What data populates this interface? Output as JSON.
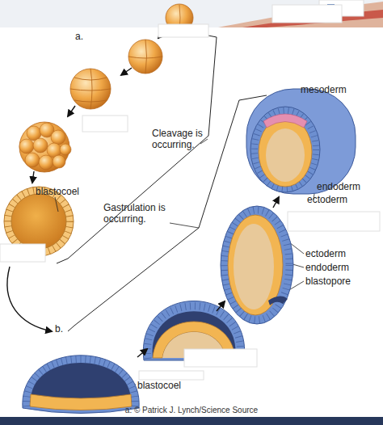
{
  "diagram": {
    "caption": "a: © Patrick J. Lynch/Science Source",
    "labels": [
      "a.",
      "mesoderm",
      "Cleavage is occurring.",
      "blastocoel",
      "endoderm",
      "ectoderm",
      "Gastrulation is occurring.",
      "ectoderm",
      "endoderm",
      "blastopore",
      "b.",
      "blastocoel"
    ]
  }
}
